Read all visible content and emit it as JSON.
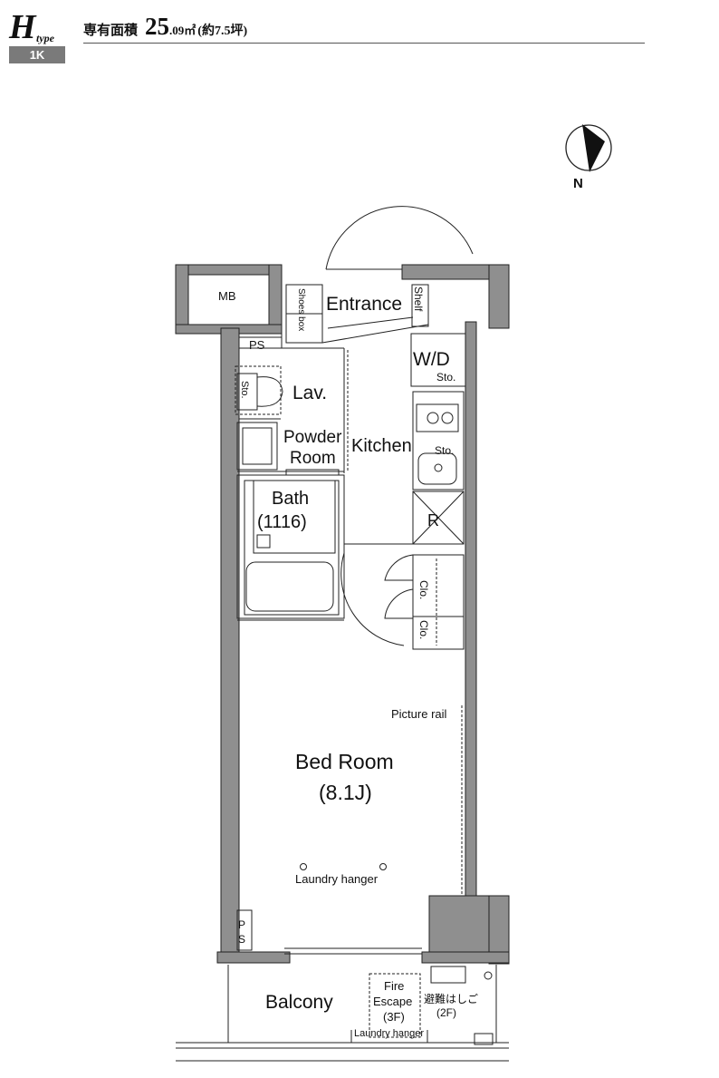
{
  "header": {
    "type_letter": "H",
    "type_suffix": "type",
    "layout": "1K",
    "area_label": "専有面積",
    "area_value": "25",
    "area_unit": ".09㎡",
    "area_tsubo": "(約7.5坪)"
  },
  "compass": {
    "label": "N"
  },
  "rooms": {
    "mb": "MB",
    "ps_top": "PS",
    "shoes_box": "Shoes box",
    "entrance": "Entrance",
    "shelf": "Shelf",
    "wd": "W/D",
    "sto_wd": "Sto.",
    "sto_lav": "Sto.",
    "lav": "Lav.",
    "powder_1": "Powder",
    "powder_2": "Room",
    "kitchen": "Kitchen",
    "sto_kitchen": "Sto.",
    "fridge": "R",
    "bath_1": "Bath",
    "bath_2": "(1116)",
    "clo_1": "Clo.",
    "clo_2": "Clo.",
    "picture_rail": "Picture rail",
    "bedroom_1": "Bed Room",
    "bedroom_2": "(8.1J)",
    "laundry_hanger_room": "Laundry hanger",
    "ps_bottom": "PS",
    "balcony": "Balcony",
    "fire_1": "Fire",
    "fire_2": "Escape",
    "fire_3": "(3F)",
    "ladder_1": "避難はしご",
    "ladder_2": "(2F)",
    "laundry_hanger_balcony": "Laundry hanger"
  },
  "colors": {
    "wall": "#8f8f8f",
    "line": "#222222",
    "badge": "#7a7a7a"
  }
}
